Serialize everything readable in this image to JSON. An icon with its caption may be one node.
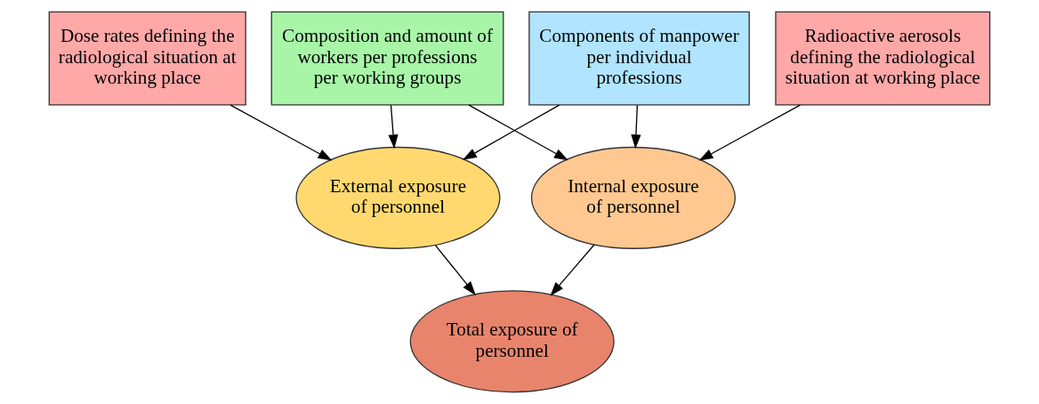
{
  "diagram": {
    "nodes": [
      {
        "text": [
          "Dose rates defining the radiological situation at working place"
        ]
      },
      {
        "text": [
          "Composition and amount of workers per professions per working groups"
        ]
      },
      {
        "text": [
          "Components of manpower per individual professions"
        ]
      },
      {
        "text": [
          "Radioactive aerosols defining the radiological situation at working place"
        ]
      },
      {
        "text": [
          "External exposure of personnel"
        ]
      },
      {
        "text": [
          "Internal exposure of personnel"
        ]
      },
      {
        "text": [
          "Total exposure of personnel"
        ]
      }
    ],
    "edges": [
      {
        "from": 0,
        "to": 4,
        "arrow": "to"
      },
      {
        "from": 1,
        "to": 4,
        "arrow": "to"
      },
      {
        "from": 1,
        "to": 5,
        "arrow": "to"
      },
      {
        "from": 2,
        "to": 4,
        "arrow": "to"
      },
      {
        "from": 2,
        "to": 5,
        "arrow": "to"
      },
      {
        "from": 3,
        "to": 5,
        "arrow": "to"
      },
      {
        "from": 4,
        "to": 6,
        "arrow": "to"
      },
      {
        "from": 5,
        "to": 6,
        "arrow": "to"
      }
    ]
  }
}
